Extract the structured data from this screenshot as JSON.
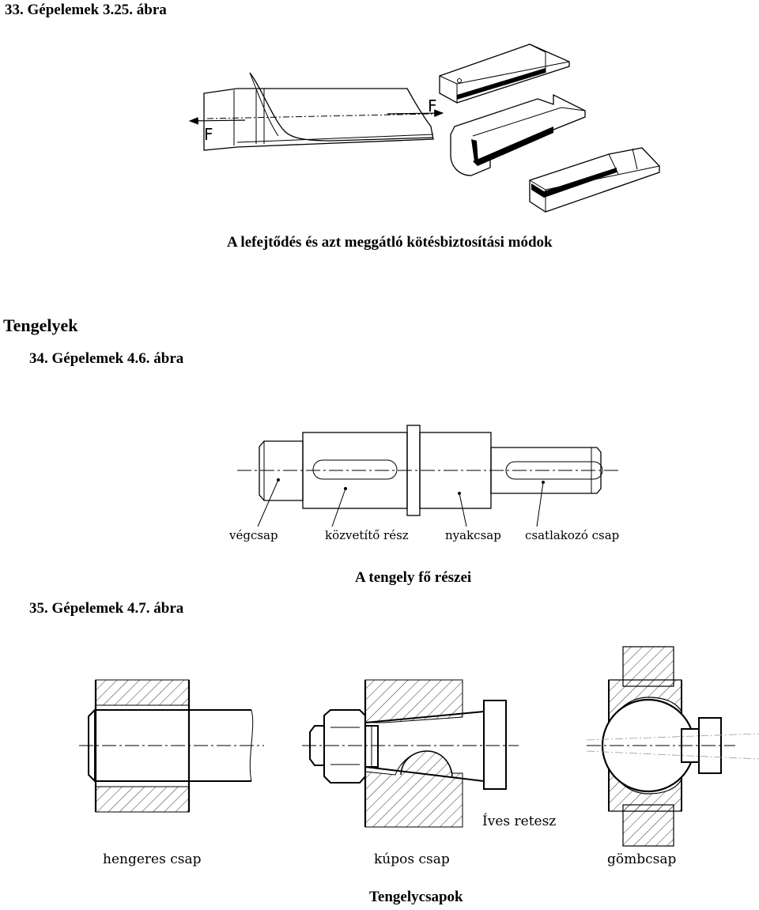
{
  "fig33": {
    "label": "33. Gépelemek 3.25. ábra",
    "force_left": "F",
    "force_right": "F",
    "caption": "A lefejtődés és azt meggátló kötésbiztosítási módok"
  },
  "section": {
    "title": "Tengelyek"
  },
  "fig34": {
    "label": "34. Gépelemek 4.6. ábra",
    "parts": [
      "végcsap",
      "közvetítő rész",
      "nyakcsap",
      "csatlakozó csap"
    ],
    "caption": "A tengely fő részei"
  },
  "fig35": {
    "label": "35. Gépelemek 4.7. ábra",
    "parts": [
      "hengeres csap",
      "kúpos csap",
      "gömbcsap"
    ],
    "annotation": "Íves retesz",
    "caption": "Tengelycsapok"
  }
}
